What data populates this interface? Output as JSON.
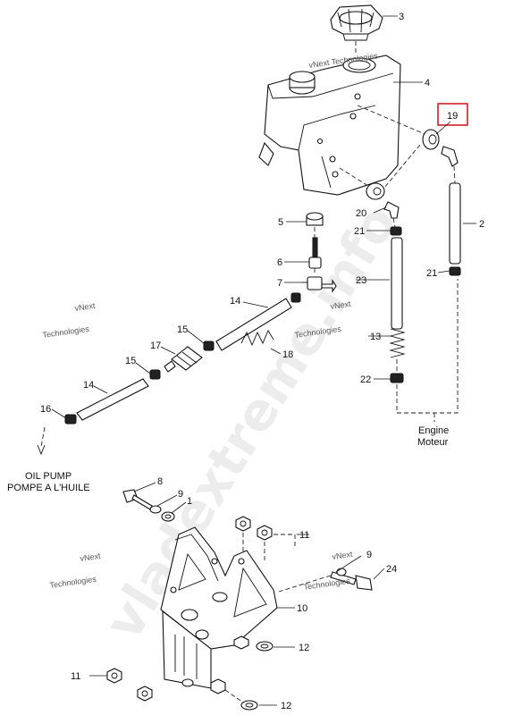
{
  "callouts": {
    "c1": "1",
    "c2": "2",
    "c3": "3",
    "c4": "4",
    "c5": "5",
    "c6": "6",
    "c7": "7",
    "c8": "8",
    "c9a": "9",
    "c9b": "9",
    "c10": "10",
    "c11a": "11",
    "c11b": "11",
    "c12a": "12",
    "c12b": "12",
    "c13": "13",
    "c14a": "14",
    "c14b": "14",
    "c15a": "15",
    "c15b": "15",
    "c16": "16",
    "c17": "17",
    "c18": "18",
    "c19": "19",
    "c20": "20",
    "c21a": "21",
    "c21b": "21",
    "c22": "22",
    "c23": "23",
    "c24": "24"
  },
  "labels": {
    "engine_en": "Engine",
    "engine_fr": "Moteur",
    "oil_pump_en": "OIL PUMP",
    "oil_pump_fr": "POMPE A L'HUILE"
  },
  "watermarks": {
    "small_1": "vNext Technologies",
    "small_2": "vNext",
    "small_3": "Technologies",
    "big": "vladextreme.info"
  },
  "highlight_color": "#d0202a"
}
